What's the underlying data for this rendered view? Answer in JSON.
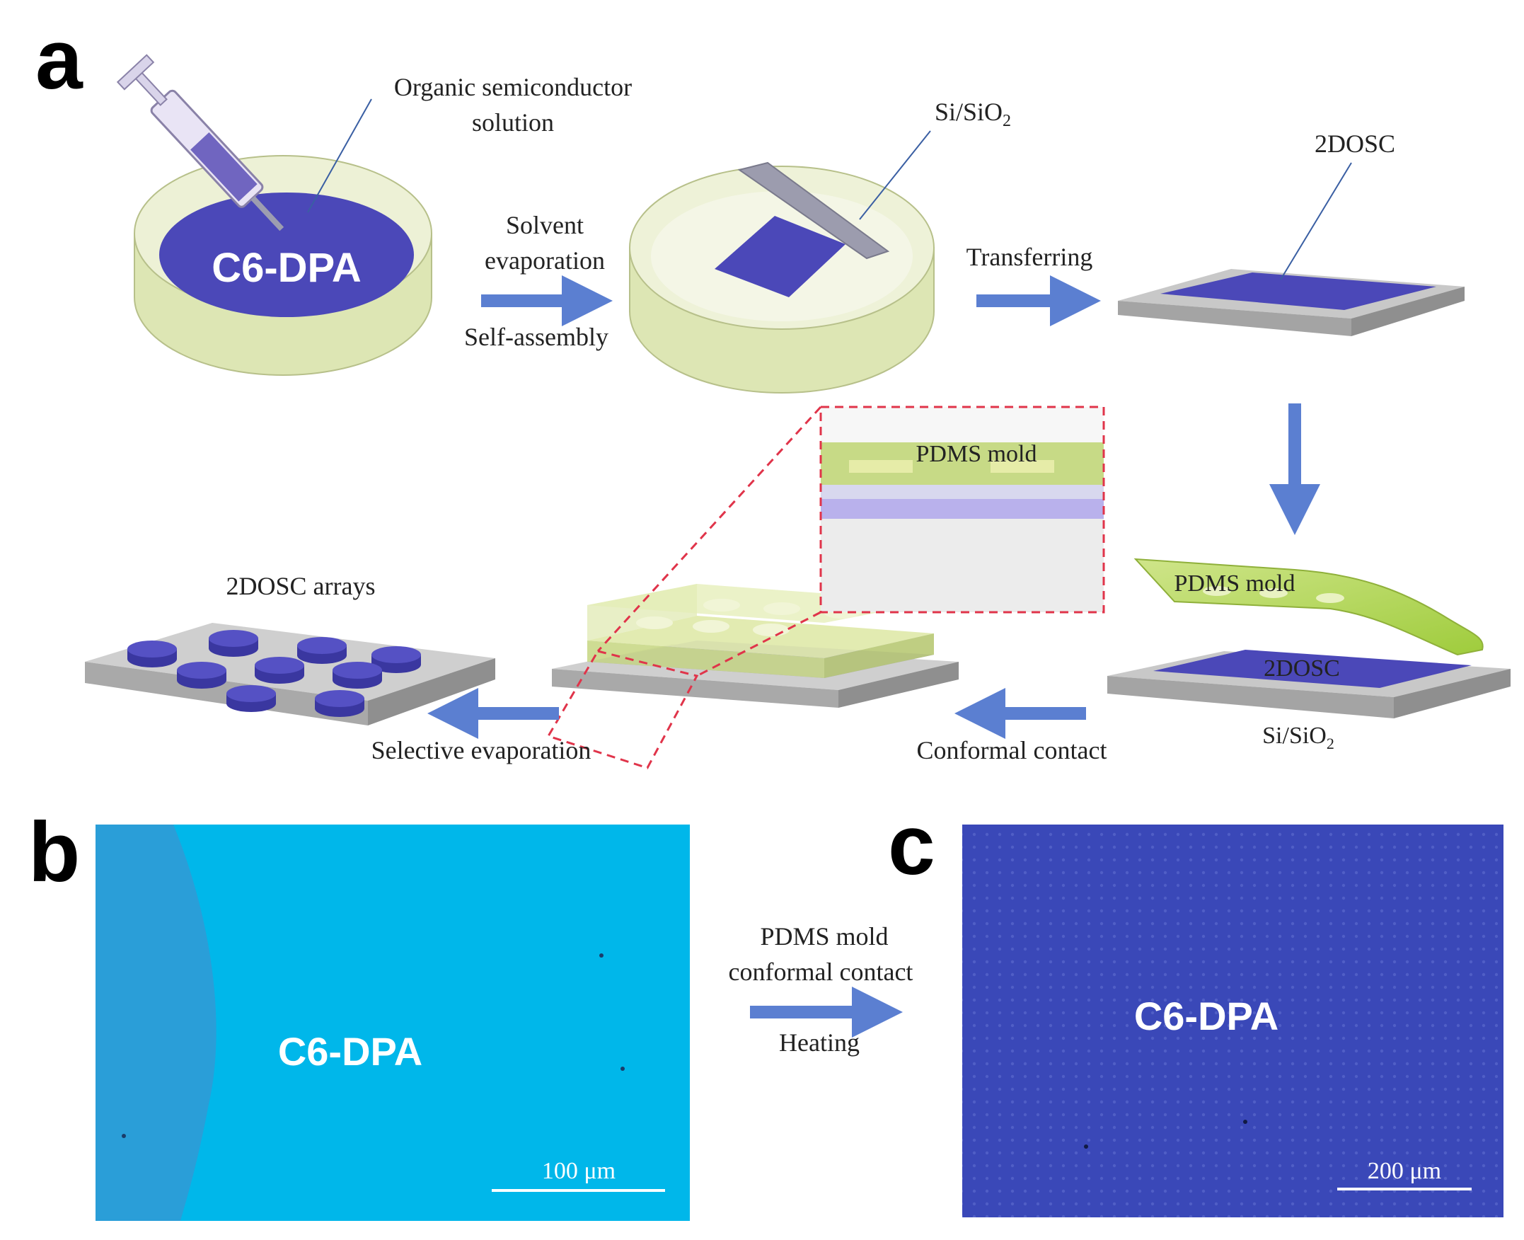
{
  "panel_labels": {
    "a": "a",
    "b": "b",
    "c": "c"
  },
  "panel_a": {
    "dish_label": "C6-DPA",
    "organic_label_line1": "Organic semiconductor",
    "organic_label_line2": "solution",
    "step1_line1": "Solvent",
    "step1_line2": "evaporation",
    "step1_line3": "Self-assembly",
    "substrate_label": "Si/SiO",
    "substrate_sub": "2",
    "step2_label": "Transferring",
    "film_label": "2DOSC",
    "inset_label": "PDMS mold",
    "mold_label": "PDMS mold",
    "stack_film_label": "2DOSC",
    "stack_substrate_label": "Si/SiO",
    "stack_substrate_sub": "2",
    "step3_label": "Conformal contact",
    "step4_label": "Selective evaporation",
    "arrays_label": "2DOSC arrays"
  },
  "panel_b": {
    "label": "C6-DPA",
    "scale_bar": "100 μm"
  },
  "transition_bc": {
    "line1": "PDMS mold",
    "line2": "conformal contact",
    "line3": "Heating"
  },
  "panel_c": {
    "label": "C6-DPA",
    "scale_bar": "200 μm"
  },
  "colors": {
    "arrow": "#5b7fd1",
    "film": "#4b48b8",
    "dish": "#e6ecca",
    "substrate": "#bdbdbd",
    "pdms": "#c9de7a",
    "panel_b_bg": "#00b7ea",
    "panel_c_bg": "#3a48b8",
    "inset_border": "#e0344a"
  }
}
